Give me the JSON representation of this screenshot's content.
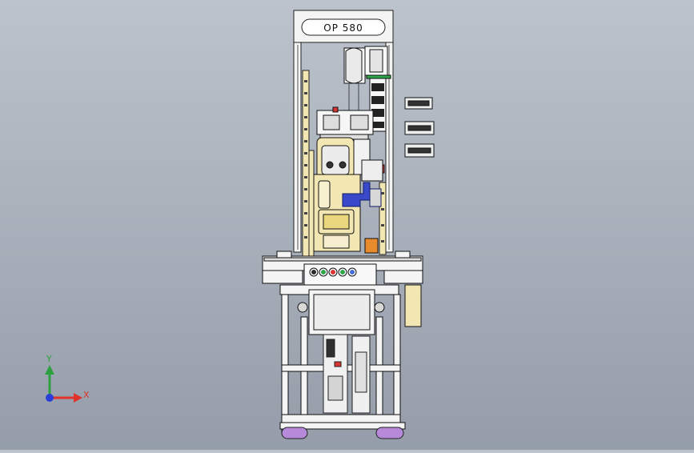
{
  "viewport": {
    "background_top": "#bcc3cc",
    "background_bottom": "#949da9"
  },
  "machine": {
    "station_label": "OP 580",
    "frame_color": "#f4f4f4",
    "panel_color": "#f2e6b2",
    "accent_blue": "#3a49c9",
    "accent_red": "#d93434",
    "accent_green": "#2fa84b",
    "accent_orange": "#e98a2c",
    "foot_color": "#b68ad8"
  },
  "indicator_lights": [
    "#2b2b2b",
    "#2fa84b",
    "#d93434",
    "#2fa84b",
    "#4270d6"
  ],
  "triad": {
    "x_label": "X",
    "y_label": "Y",
    "x_color": "#e0332c",
    "y_color": "#2ea042",
    "z_color": "#2a3fd8"
  }
}
